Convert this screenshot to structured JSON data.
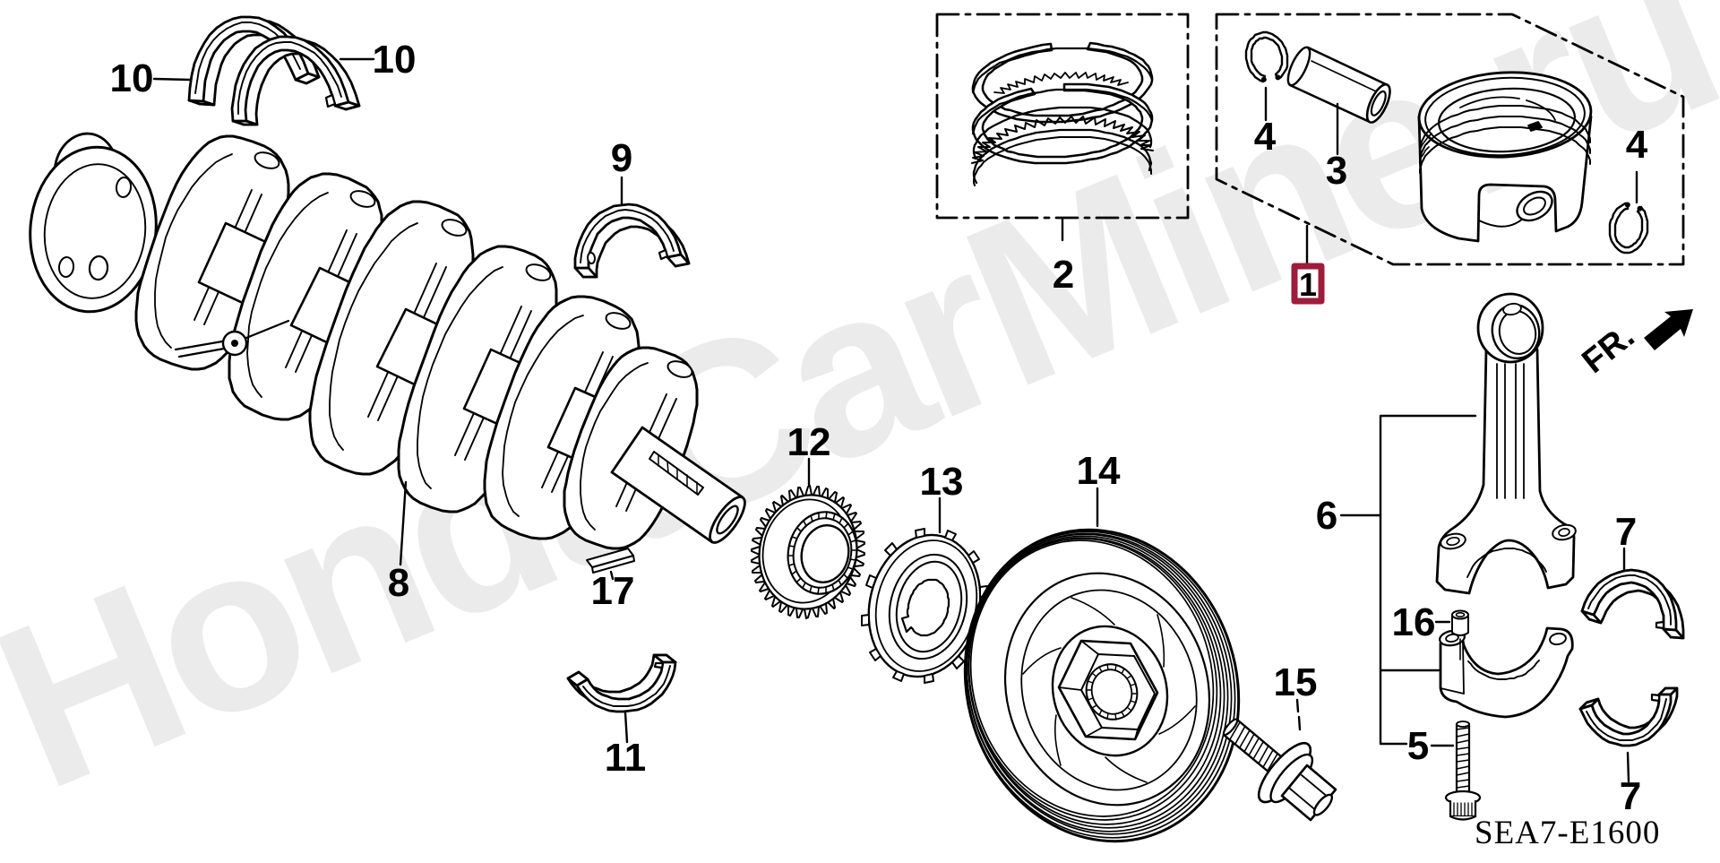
{
  "diagram": {
    "type": "exploded-parts-diagram",
    "subject": "crankshaft-piston",
    "code": "SEA7-E1600",
    "watermark": "HondaCarMine.ru",
    "direction_label": "FR.",
    "colors": {
      "background": "#ffffff",
      "line": "#000000",
      "watermark": "#ebebeb",
      "highlight_box": "#9e1c3c"
    },
    "callouts": [
      {
        "ref": "10",
        "part": "main-bearing-upper-left"
      },
      {
        "ref": "10",
        "part": "main-bearing-upper-right"
      },
      {
        "ref": "9",
        "part": "main-bearing-center"
      },
      {
        "ref": "2",
        "part": "piston-ring-set"
      },
      {
        "ref": "4",
        "part": "snap-ring-left"
      },
      {
        "ref": "3",
        "part": "piston-pin"
      },
      {
        "ref": "4",
        "part": "snap-ring-right"
      },
      {
        "ref": "8",
        "part": "crankshaft"
      },
      {
        "ref": "17",
        "part": "woodruff-key"
      },
      {
        "ref": "12",
        "part": "timing-gear"
      },
      {
        "ref": "11",
        "part": "main-bearing-lower"
      },
      {
        "ref": "13",
        "part": "pulse-plate"
      },
      {
        "ref": "14",
        "part": "crankshaft-pulley"
      },
      {
        "ref": "15",
        "part": "pulley-bolt"
      },
      {
        "ref": "6",
        "part": "connecting-rod"
      },
      {
        "ref": "16",
        "part": "dowel-pin"
      },
      {
        "ref": "5",
        "part": "rod-bolt"
      },
      {
        "ref": "7",
        "part": "rod-bearing-upper"
      },
      {
        "ref": "7",
        "part": "rod-bearing-lower"
      },
      {
        "ref": "1",
        "part": "piston-kit",
        "highlighted": true
      }
    ]
  }
}
